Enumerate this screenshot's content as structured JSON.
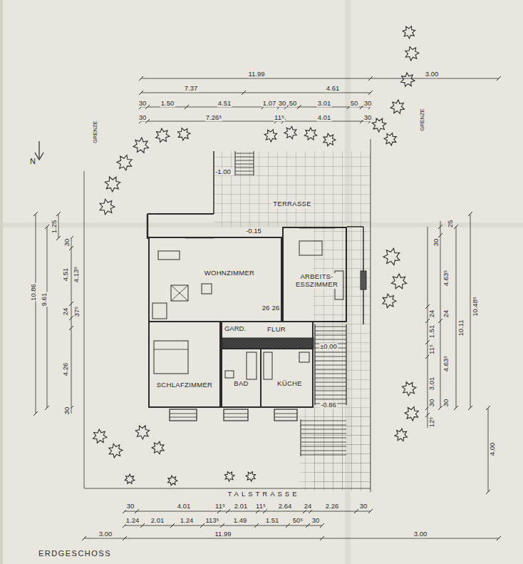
{
  "diagram": {
    "nodes": [
      {
        "text": [
          "TERRASSE"
        ]
      },
      {
        "text": [
          "WOHNZIMMER"
        ]
      },
      {
        "text": [
          "ARBEITS- ESSZIMMER"
        ]
      },
      {
        "text": [
          "FLUR"
        ]
      },
      {
        "text": [
          "SCHLAFZIMMER"
        ]
      },
      {
        "text": [
          "BAD"
        ]
      },
      {
        "text": [
          "KÜCHE"
        ]
      }
    ],
    "labels": [
      "11.99",
      "3.00",
      "7.37",
      "4.61",
      "30",
      "1.50",
      "4.51",
      "1.07",
      "30",
      "50",
      "3.01",
      "50",
      "30",
      "30",
      "7.26⁵",
      "11⁵",
      "4.01",
      "30",
      "10.86",
      "9.61",
      "1.25",
      "30",
      "4.51",
      "4.13⁵",
      "24",
      "37⁵",
      "4.26",
      "30",
      "25",
      "30",
      "4.63⁵",
      "24",
      "24",
      "1.51",
      "11⁵",
      "4.63⁵",
      "3.01",
      "30",
      "30",
      "12⁵",
      "10.11",
      "10.48⁵",
      "4.00",
      "TALSTRASSE",
      "30",
      "4.01",
      "11⁵",
      "2.01",
      "11⁵",
      "2.64",
      "24",
      "2.26",
      "30",
      "1.24",
      "2.01",
      "1.24",
      "113⁵",
      "1.49",
      "1.51",
      "50⁵",
      "30",
      "3.00",
      "11.99",
      "3.00",
      "ERDGESCHOSS",
      "N",
      "GRENZE",
      "GRENZE",
      "-1.00",
      "-0.15",
      "26",
      "26",
      "GARD.",
      "±0.00",
      "-0.86"
    ]
  }
}
